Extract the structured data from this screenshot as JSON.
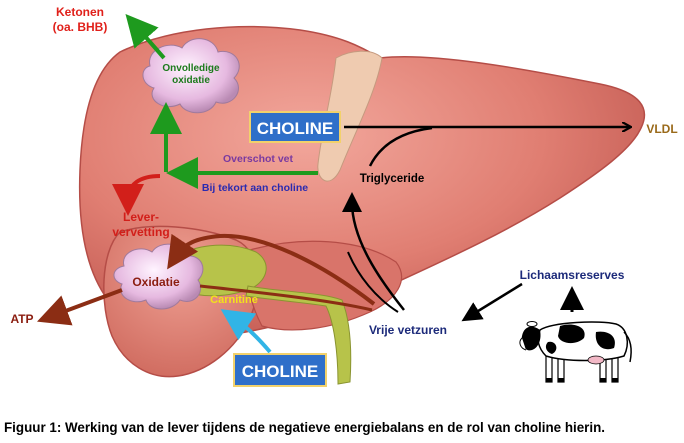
{
  "labels": {
    "ketonen_line1": "Ketonen",
    "ketonen_line2": "(oa. BHB)",
    "onvolledige_line1": "Onvolledige",
    "onvolledige_line2": "oxidatie",
    "choline_top": "CHOLINE",
    "vldl": "VLDL",
    "overschot_vet": "Overschot vet",
    "bij_tekort": "Bij tekort aan choline",
    "triglyceride": "Triglyceride",
    "lever_line1": "Lever-",
    "lever_line2": "vervetting",
    "oxidatie": "Oxidatie",
    "atp": "ATP",
    "carnitine": "Carnitine",
    "lichaamsreserves": "Lichaamsreserves",
    "vrije_vetzuren": "Vrije vetzuren",
    "choline_bottom": "CHOLINE"
  },
  "caption": "Figuur 1: Werking van de lever tijdens de negatieve energiebalans en de rol van choline hierin.",
  "colors": {
    "liver": "#e07e72",
    "liver_dark": "#c8564f",
    "gallbladder": "#b7c34a",
    "green_arrow": "#1e9a1e",
    "red_arrow": "#d21f1a",
    "brown_arrow": "#8b2d14",
    "cyan_arrow": "#31b4e6",
    "black_arrow": "#000000",
    "choline_box": "#2f6fc9",
    "choline_text": "#ffffff",
    "ketonen_text": "#e0201a",
    "onvolledige_text": "#1c7a1c",
    "overschot_text": "#7a3aa0",
    "bij_tekort_text": "#2a2ab0",
    "oxidatie_text": "#8b1d10",
    "carnitine_text": "#f2e21a",
    "navy_text": "#1c2a7a",
    "vldl_text": "#9a6a1a",
    "cloud": "#e6b9e0"
  },
  "icons": [
    "cow-icon",
    "cloud-icon"
  ]
}
